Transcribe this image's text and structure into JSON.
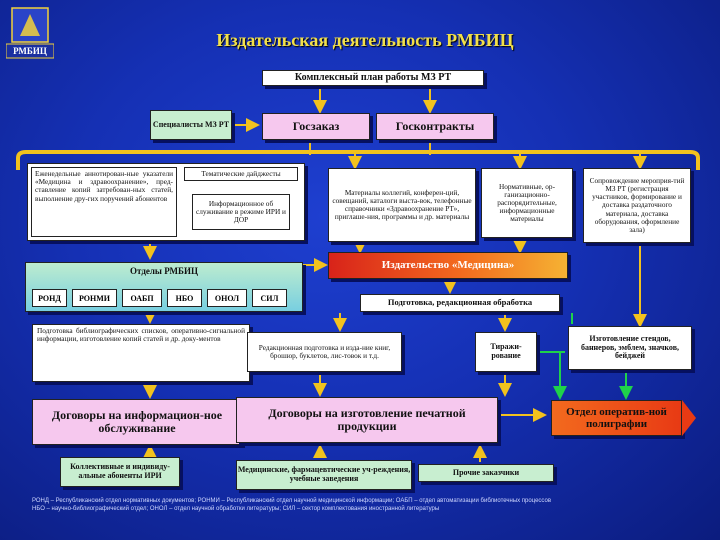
{
  "title": "Издательская деятельность РМБИЦ",
  "logo_label": "РМБИЦ",
  "plan": "Комплексный план работы МЗ РТ",
  "specialists": "Специалисты МЗ РТ",
  "goszakaz": "Госзаказ",
  "goskontrakty": "Госконтракты",
  "weekly": "Еженедельные аннотирован-ные указатели «Медицина и здравоохранение», пред-ставление копий затребован-ных статей, выполнение дру-гих поручений абонентов",
  "digests": "Тематические дайджесты",
  "info_service": "Информационное об служивание в режиме ИРИ и ДОР",
  "materials": "Материалы коллегий, конферен-ций, совещаний, каталоги выста-вок, телефонные справочники «Здравоохранение РТ», приглаше-ния, программы и др. материалы",
  "normative": "Нормативные, ор-ганизационно-распорядительные, информационные материалы",
  "events": "Сопровождение мероприя-тий МЗ РТ (регистрация участников, формирование и доставка раздаточного материала, доставка оборудования, оформление зала)",
  "departments_title": "Отделы РМБИЦ",
  "departments": [
    "РОНД",
    "РОНМИ",
    "ОАБП",
    "НБО",
    "ОНОЛ",
    "СИЛ"
  ],
  "publisher": "Издательство «Медицина»",
  "preparation": "Подготовка, редакционная обработка",
  "biblio": "Подготовка библиографических списков, оперативно-сигнальной информации, изготовление копий статей и др. доку-ментов",
  "editorial": "Редакционная подготовка и изда-ние книг, брошюр, буклетов, лис-товок и т.д.",
  "replication": "Тиражи-рование",
  "stands": "Изготовление стендов, баннеров, эмблем, значков, бейджей",
  "contracts_info": "Договоры на информацион-ное обслуживание",
  "contracts_print": "Договоры на изготовление печатной продукции",
  "operative_dept": "Отдел оператив-ной полиграфии",
  "subscribers": "Коллективные и индивиду-альные абоненты ИРИ",
  "med_institutions": "Медицинские, фармацевтические уч-реждения, учебные заведения",
  "other_customers": "Прочие заказчики",
  "abbr_line1": "РОНД – Республиканский отдел нормативных документов; РОНМИ – Республиканский отдел научной медицинской информации; ОАБП – отдел автоматизации библиотечных процессов",
  "abbr_line2": "НБО – научно-библиографический отдел; ОНОЛ – отдел научной обработки литературы; СИЛ – сектор комплектования иностранной литературы"
}
